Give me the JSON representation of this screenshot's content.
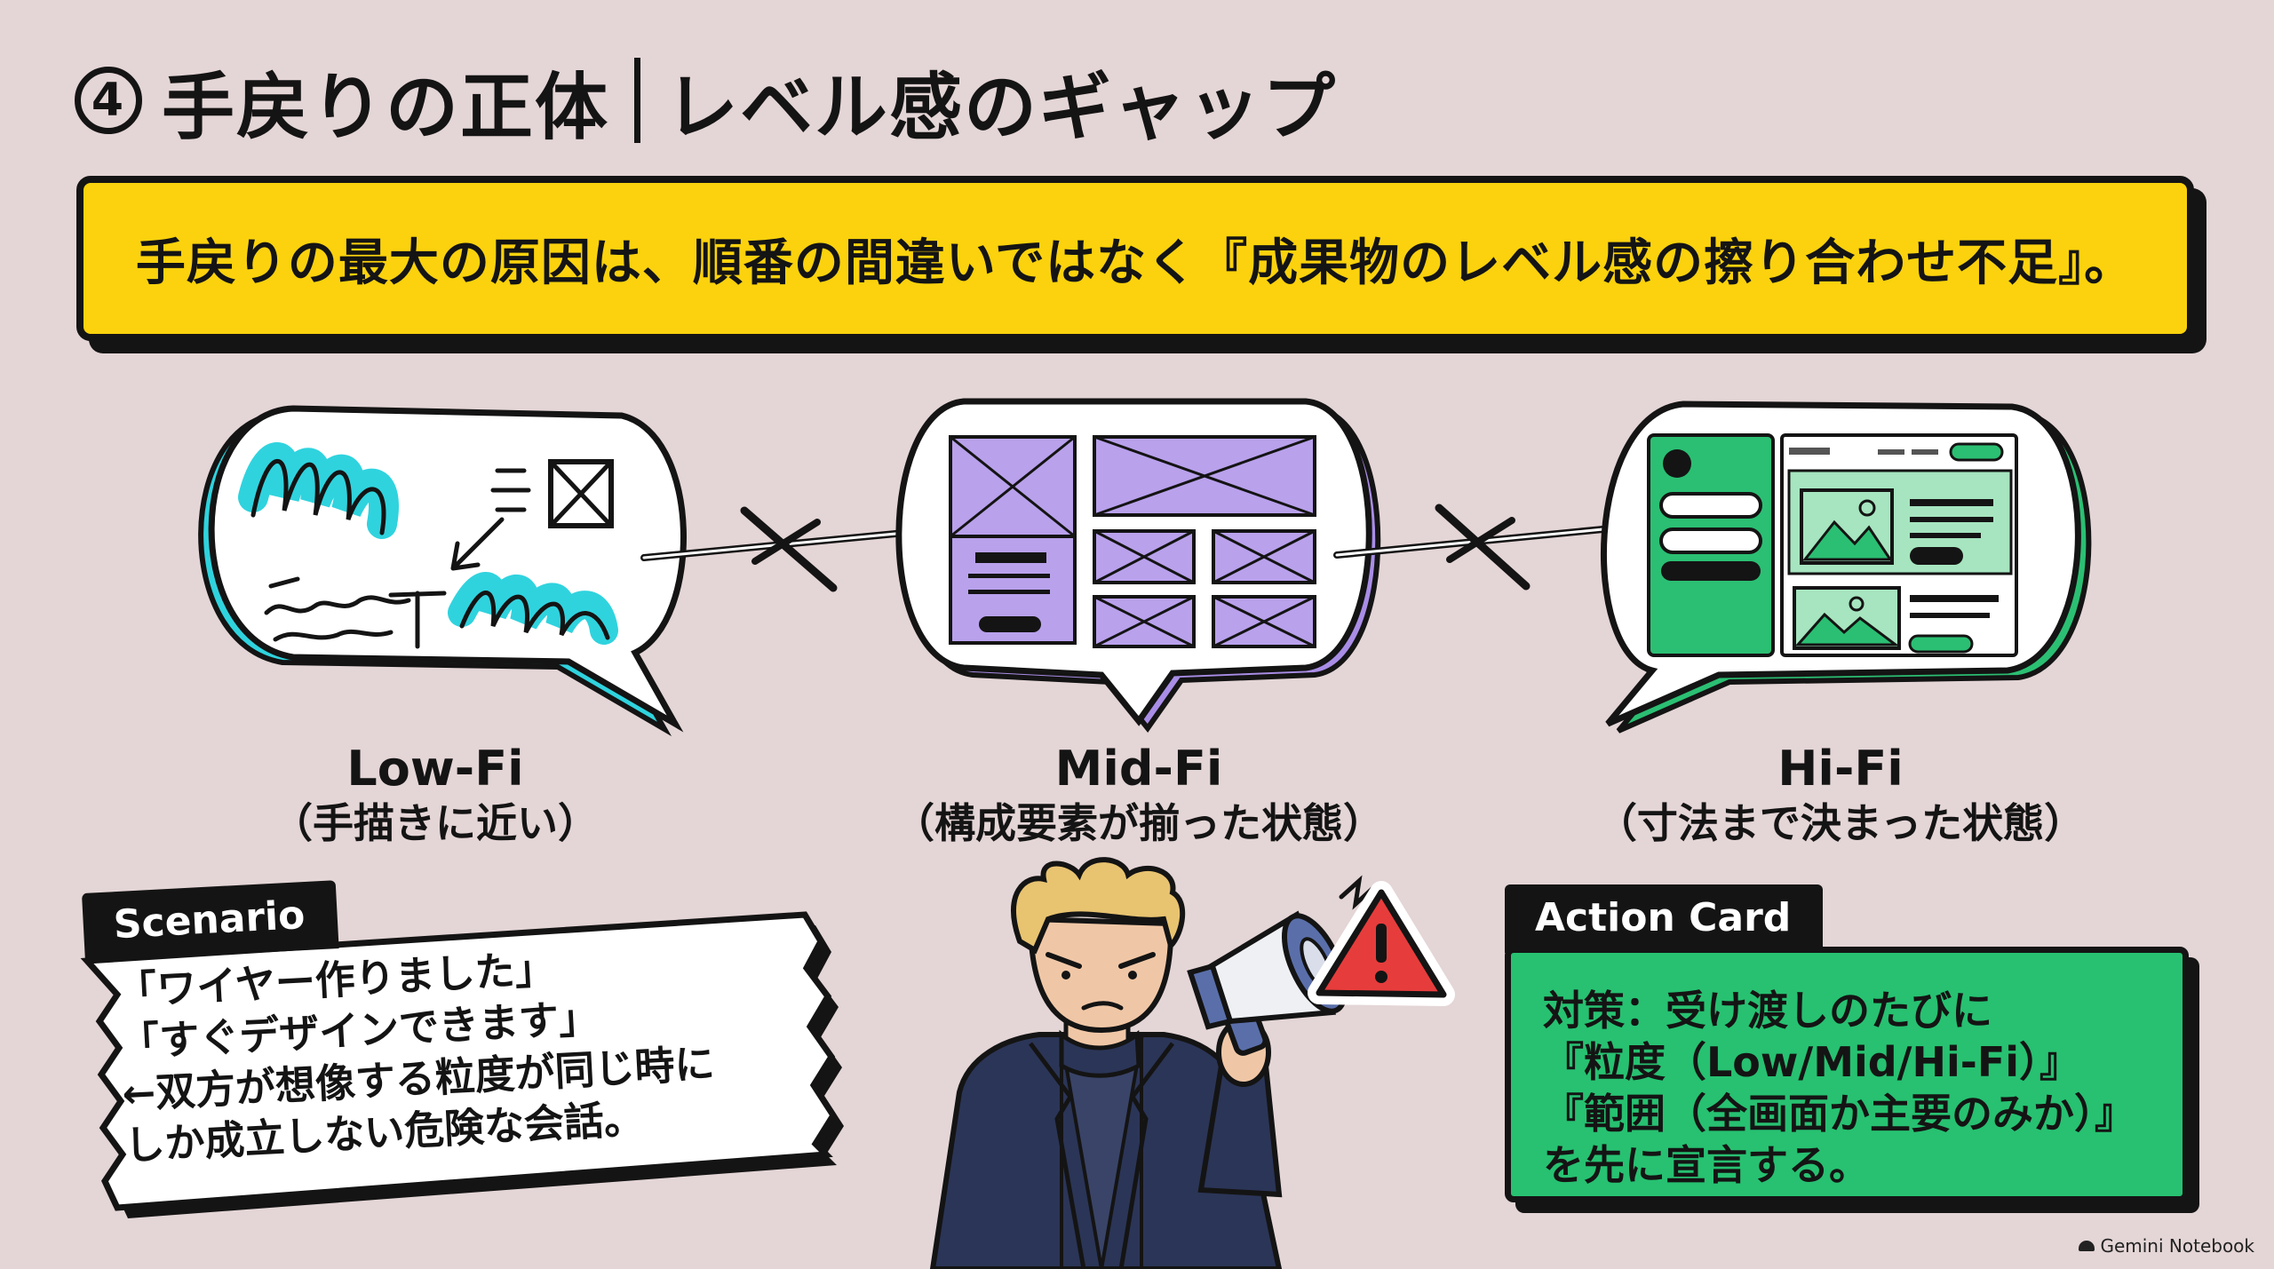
{
  "header": {
    "number": "4",
    "title": "手戻りの正体",
    "subtitle": "レベル感のギャップ"
  },
  "banner": {
    "text": "手戻りの最大の原因は、順番の間違いではなく『成果物のレベル感の擦り合わせ不足』。"
  },
  "levels": [
    {
      "name": "Low-Fi",
      "desc": "（手描きに近い）",
      "accent": "#2fd3de"
    },
    {
      "name": "Mid-Fi",
      "desc": "（構成要素が揃った状態）",
      "accent": "#a98de6"
    },
    {
      "name": "Hi-Fi",
      "desc": "（寸法まで決まった状態）",
      "accent": "#2bbf73"
    }
  ],
  "scenario": {
    "tag": "Scenario",
    "lines": [
      "「ワイヤー作りました」",
      "「すぐデザインできます」",
      "←双方が想像する粒度が同じ時に",
      "しか成立しない危険な会話。"
    ]
  },
  "action_card": {
    "tag": "Action Card",
    "lines": [
      "対策：受け渡しのたびに",
      "『粒度（Low/Mid/Hi-Fi）』",
      "『範囲（全画面か主要のみか）』",
      "を先に宣言する。"
    ],
    "color": "#27c171"
  },
  "icons": {
    "warning": "warning-triangle-icon",
    "megaphone": "megaphone-icon",
    "not_equal": "not-equal-icon"
  },
  "footer": {
    "brand": "Gemini Notebook"
  }
}
